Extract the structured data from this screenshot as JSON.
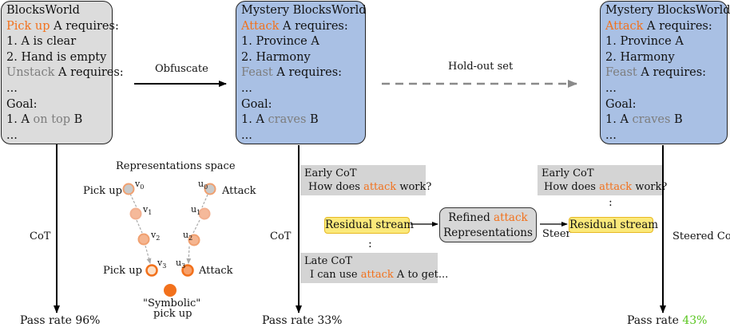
{
  "card1": {
    "title": "BlocksWorld",
    "l1_a": "Pick up",
    "l1_b": " A requires:",
    "l2": "1. A is clear",
    "l3": "2. Hand is empty",
    "l4_a": "Unstack",
    "l4_b": " A requires:",
    "l5": "...",
    "l6": "Goal:",
    "l7_a": "1. A ",
    "l7_b": "on top",
    "l7_c": " B",
    "l8": "..."
  },
  "card2": {
    "title": "Mystery BlocksWorld",
    "l1_a": "Attack",
    "l1_b": " A requires:",
    "l2": "1. Province A",
    "l3": "2. Harmony",
    "l4_a": "Feast",
    "l4_b": " A requires:",
    "l5": "...",
    "l6": "Goal:",
    "l7_a": "1. A ",
    "l7_b": "craves",
    "l7_c": " B",
    "l8": "..."
  },
  "card3": {
    "title": "Mystery BlocksWorld",
    "l1_a": "Attack",
    "l1_b": " A requires:",
    "l2": "1. Province A",
    "l3": "2. Harmony",
    "l4_a": "Feast",
    "l4_b": " A requires:",
    "l5": "...",
    "l6": "Goal:",
    "l7_a": "1. A ",
    "l7_b": "craves",
    "l7_c": " B",
    "l8": "..."
  },
  "arrows": {
    "obfuscate": "Obfuscate",
    "holdout": "Hold-out set"
  },
  "rep": {
    "title": "Representations space",
    "pickup_top": "Pick up",
    "attack_top": "Attack",
    "pickup_bottom": "Pick up",
    "attack_bottom": "Attack",
    "v0": "v",
    "v0s": "0",
    "v1": "v",
    "v1s": "1",
    "v2": "v",
    "v2s": "2",
    "v3": "v",
    "v3s": "3",
    "u0": "u",
    "u0s": "0",
    "u1": "u",
    "u1s": "1",
    "u2": "u",
    "u2s": "2",
    "u3": "u",
    "u3s": "3",
    "symbolic1": "\"Symbolic\"",
    "symbolic2": "pick up"
  },
  "cot_labels": {
    "cot1": "CoT",
    "cot2": "CoT",
    "steered": "Steered CoT"
  },
  "pass": {
    "p1": "Pass rate 96%",
    "p2": "Pass rate 33%",
    "p3_a": "Pass rate ",
    "p3_b": "43%"
  },
  "middle": {
    "early_title": "Early CoT",
    "early_q_a": "How does ",
    "early_q_b": "attack",
    "early_q_c": " work?",
    "residual": "Residual stream",
    "dots": ":",
    "late_title": "Late CoT",
    "late_a": "I can use ",
    "late_b": "attack",
    "late_c": " A to get...",
    "refined_a": "Refined ",
    "refined_b": "attack",
    "refined_2": "Representations"
  },
  "right": {
    "steer": "Steer",
    "early_title": "Early CoT",
    "early_q_a": "How does ",
    "early_q_b": "attack",
    "early_q_c": " work?",
    "dots": ":",
    "residual": "Residual stream"
  },
  "colors": {
    "orange": "#f2711c",
    "gray_card": "#dcdcdc",
    "blue_card": "#a9c0e4",
    "green": "#58c51e",
    "yellow": "#fbe97a"
  }
}
